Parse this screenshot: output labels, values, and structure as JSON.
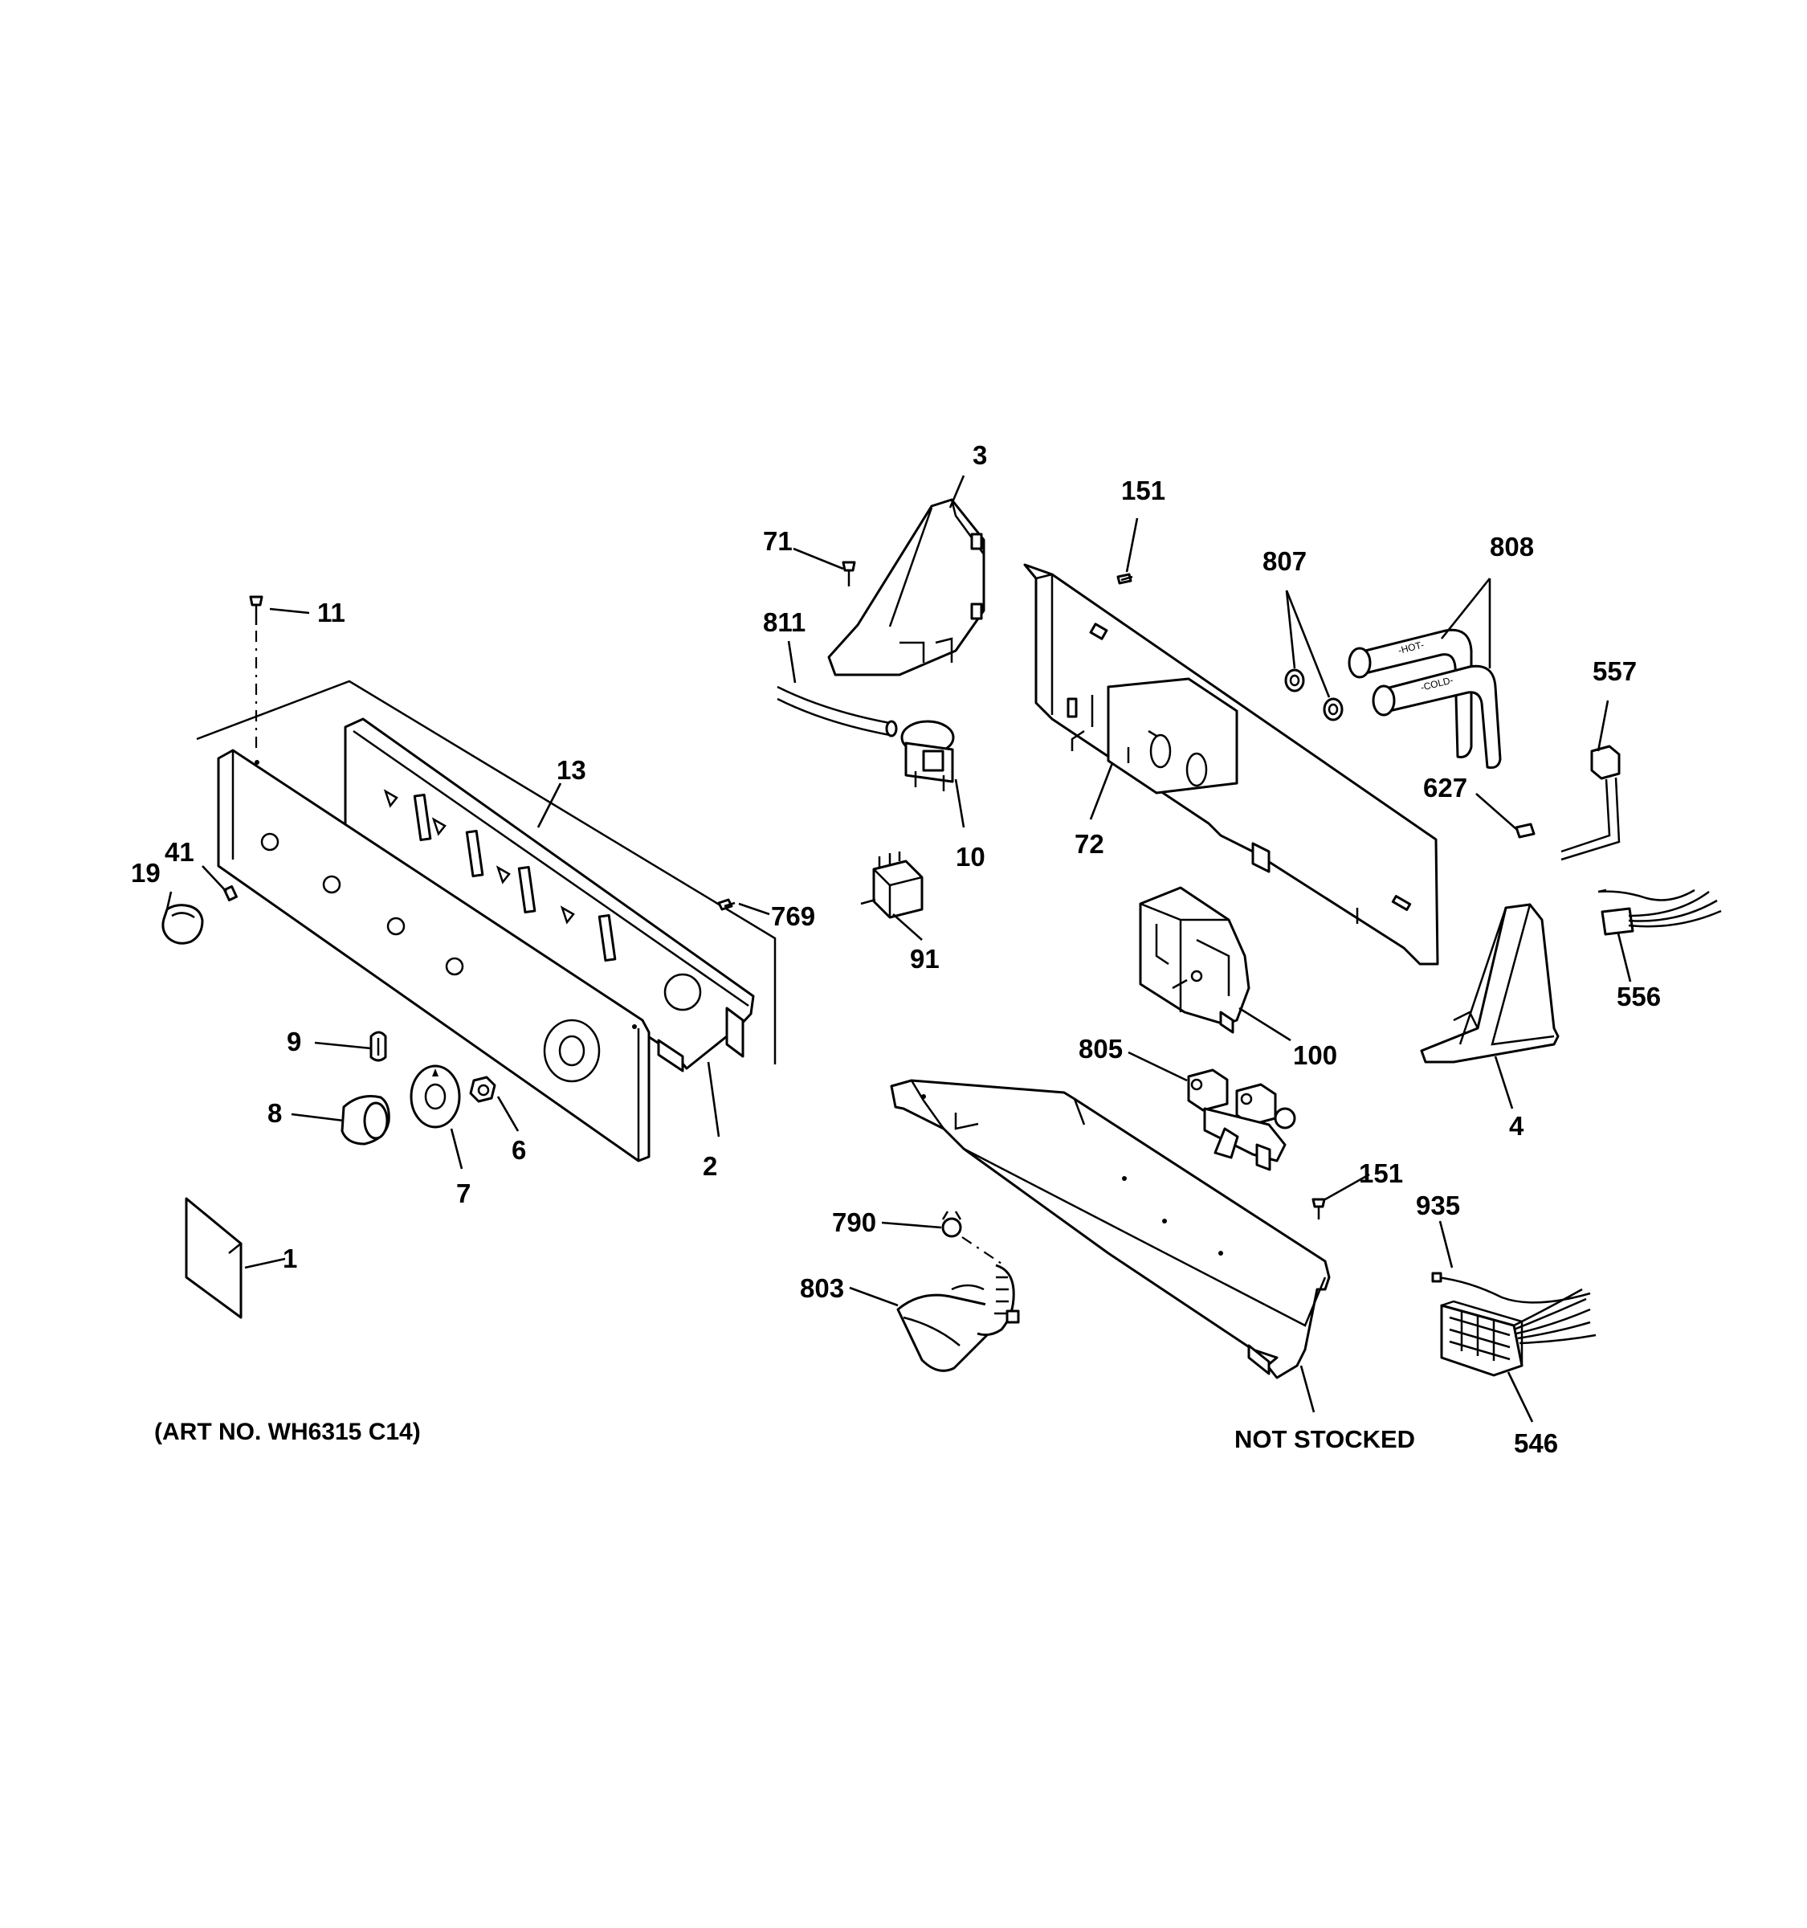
{
  "art_number": "(ART NO. WH6315 C14)",
  "not_stocked": "NOT STOCKED",
  "hose_labels": {
    "hot": "-HOT-",
    "cold": "-COLD-"
  },
  "callouts": {
    "p1": "1",
    "p2": "2",
    "p3": "3",
    "p4": "4",
    "p6": "6",
    "p7": "7",
    "p8": "8",
    "p9": "9",
    "p10": "10",
    "p11": "11",
    "p13": "13",
    "p19": "19",
    "p41": "41",
    "p71": "71",
    "p72": "72",
    "p91": "91",
    "p100": "100",
    "p151a": "151",
    "p151b": "151",
    "p546": "546",
    "p556": "556",
    "p557": "557",
    "p627": "627",
    "p769": "769",
    "p790": "790",
    "p803": "803",
    "p805": "805",
    "p807": "807",
    "p808": "808",
    "p811": "811",
    "p935": "935"
  }
}
